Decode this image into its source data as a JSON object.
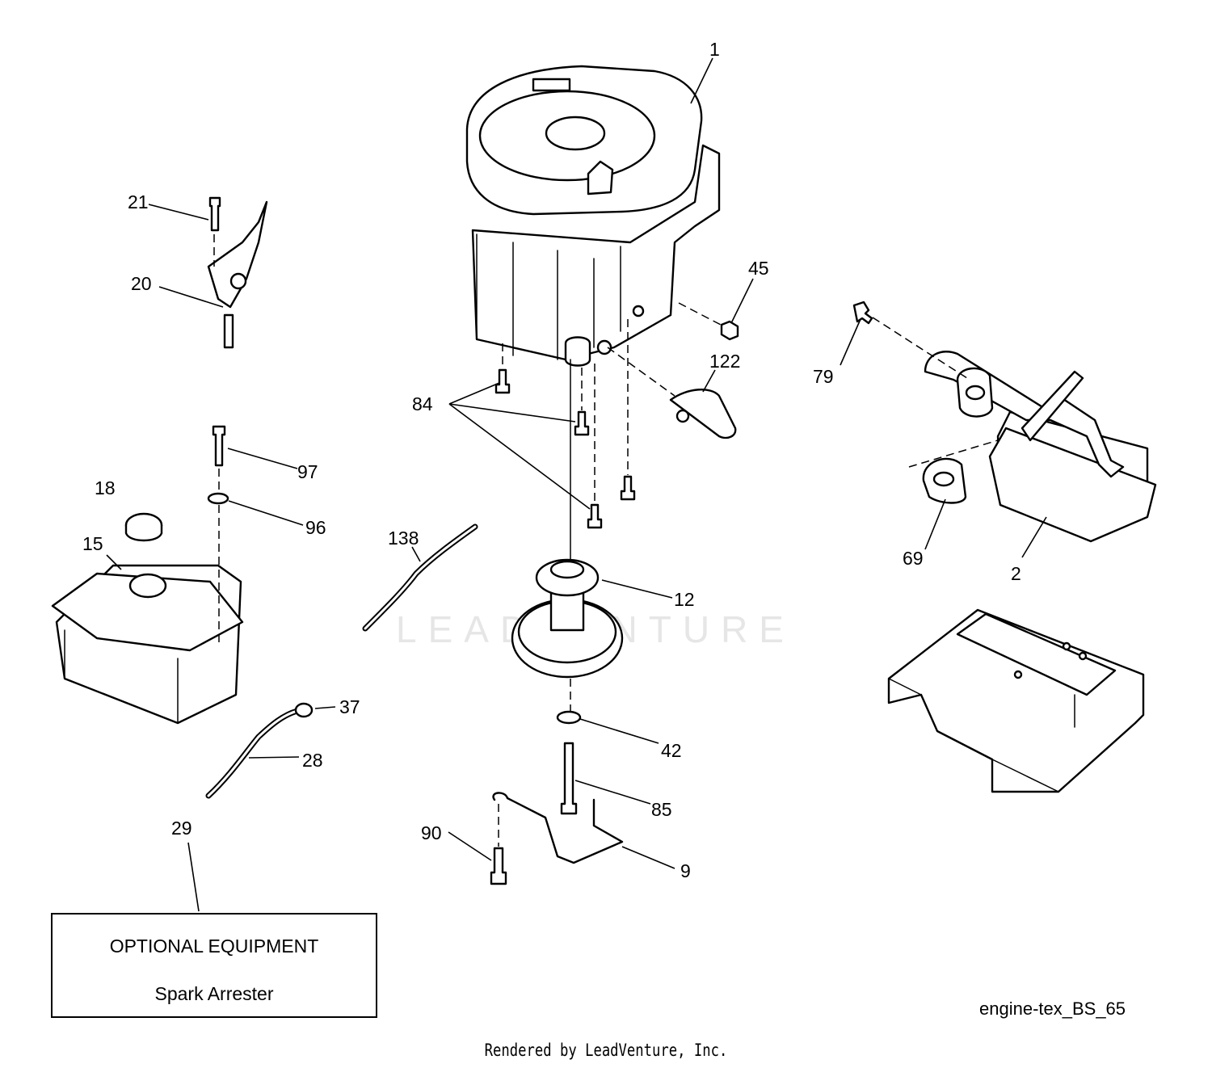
{
  "watermark": "LEADVENTURE",
  "part_labels": {
    "p1": "1",
    "p2": "2",
    "p9": "9",
    "p12": "12",
    "p15": "15",
    "p18": "18",
    "p20": "20",
    "p21": "21",
    "p28": "28",
    "p29": "29",
    "p37": "37",
    "p42": "42",
    "p45": "45",
    "p69": "69",
    "p79": "79",
    "p84": "84",
    "p85": "85",
    "p90": "90",
    "p96": "96",
    "p97": "97",
    "p122": "122",
    "p138": "138"
  },
  "optional_box": {
    "title": "OPTIONAL EQUIPMENT",
    "item": "Spark Arrester"
  },
  "diagram_code": "engine-tex_BS_65",
  "render_credit": "Rendered by LeadVenture, Inc."
}
